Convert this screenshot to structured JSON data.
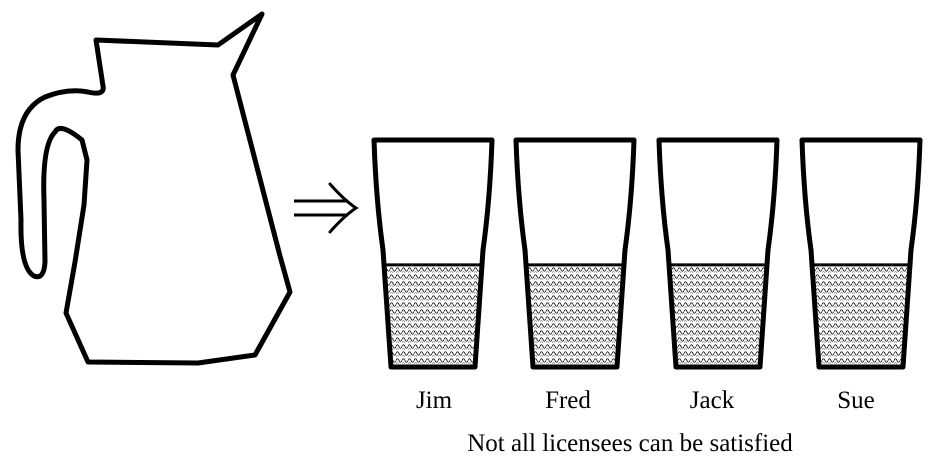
{
  "glasses": [
    {
      "name": "Jim",
      "fill_fraction": 0.45
    },
    {
      "name": "Fred",
      "fill_fraction": 0.45
    },
    {
      "name": "Jack",
      "fill_fraction": 0.45
    },
    {
      "name": "Sue",
      "fill_fraction": 0.45
    }
  ],
  "caption": "Not all licensees can be satisfied",
  "icons": {
    "pitcher": "pitcher-icon",
    "arrow": "implies-arrow-icon",
    "glass": "glass-icon"
  },
  "colors": {
    "stroke": "#000000",
    "background": "#ffffff"
  }
}
